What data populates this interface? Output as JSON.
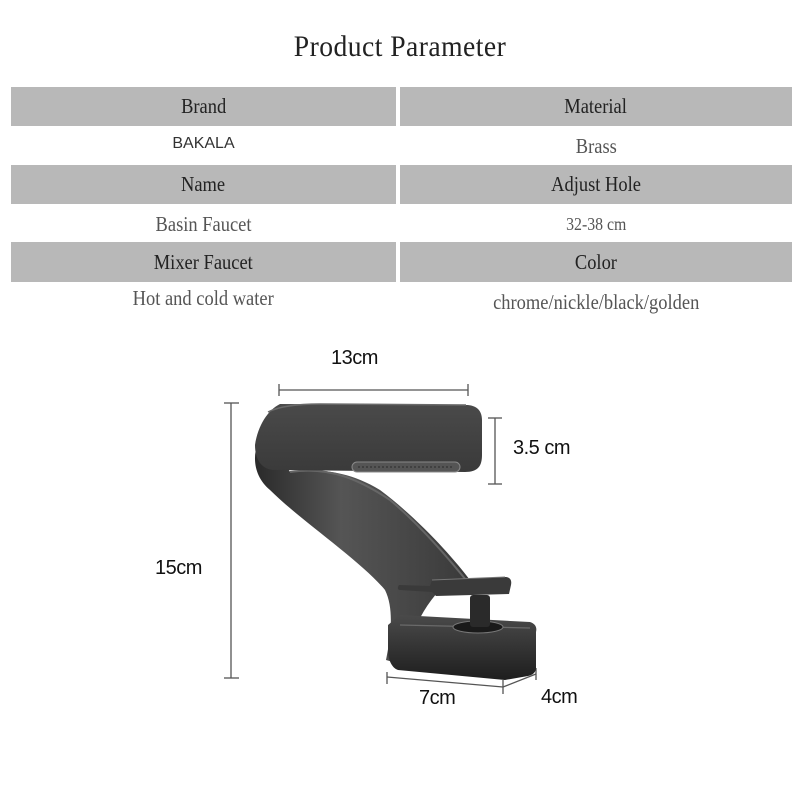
{
  "title": "Product Parameter",
  "table": {
    "rows": [
      {
        "type": "header",
        "left": "Brand",
        "right": "Material"
      },
      {
        "type": "value",
        "left": "BAKALA",
        "right": "Brass"
      },
      {
        "type": "header",
        "left": "Name",
        "right": "Adjust Hole"
      },
      {
        "type": "value",
        "left": "Basin Faucet",
        "right": "32-38 cm"
      },
      {
        "type": "header",
        "left": "Mixer Faucet",
        "right": "Color"
      },
      {
        "type": "value",
        "left": "Hot and cold water",
        "right": "chrome/nickle/black/golden"
      }
    ]
  },
  "dimensions": {
    "spout_length": "13cm",
    "spout_height": "3.5 cm",
    "total_height": "15cm",
    "base_length": "7cm",
    "base_width": "4cm"
  },
  "colors": {
    "header_bg": "#b8b8b8",
    "faucet": "#3a3a3a"
  }
}
